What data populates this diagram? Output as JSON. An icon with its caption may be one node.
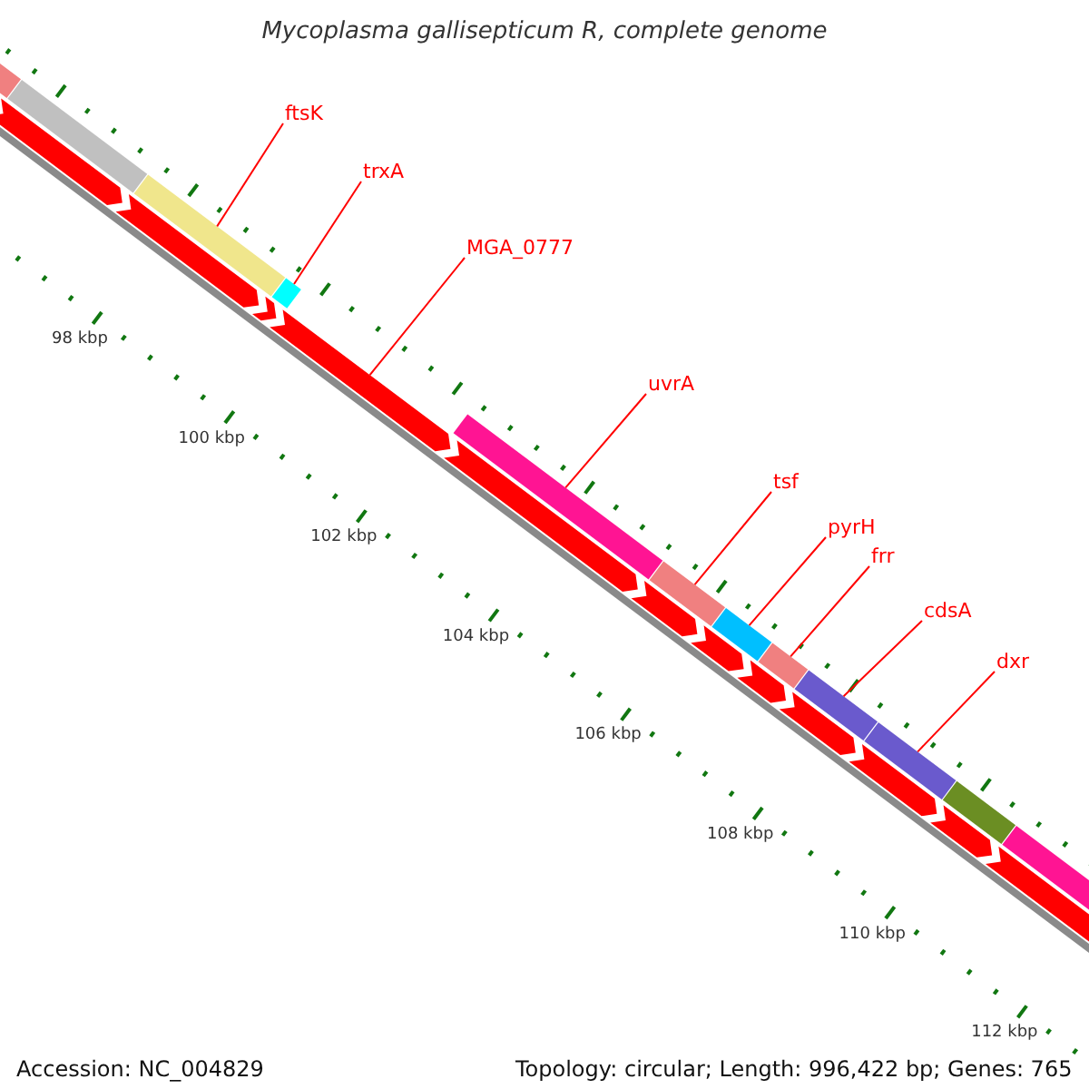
{
  "diagram": {
    "title": "Mycoplasma gallisepticum R, complete genome",
    "nodes": [
      {
        "text": [
          "ftsK"
        ]
      },
      {
        "text": [
          "trxA"
        ]
      },
      {
        "text": [
          "MGA_0777"
        ]
      },
      {
        "text": [
          "uvrA"
        ]
      },
      {
        "text": [
          "tsf"
        ]
      },
      {
        "text": [
          "pyrH"
        ]
      },
      {
        "text": [
          "frr"
        ]
      },
      {
        "text": [
          "cdsA"
        ]
      },
      {
        "text": [
          "dxr"
        ]
      },
      {
        "text": [],
        "shape": "bar"
      },
      {
        "text": [],
        "shape": "bar"
      },
      {
        "text": [],
        "shape": "bar"
      },
      {
        "text": [],
        "shape": "bar"
      },
      {
        "text": [],
        "shape": "bar"
      },
      {
        "text": [],
        "shape": "bar"
      },
      {
        "text": [],
        "shape": "bar"
      },
      {
        "text": [],
        "shape": "bar"
      },
      {
        "text": [],
        "shape": "bar"
      },
      {
        "text": [],
        "shape": "bar"
      },
      {
        "text": [],
        "shape": "bar"
      },
      {
        "text": [],
        "shape": "bar"
      },
      {
        "text": [],
        "shape": "bar"
      },
      {
        "text": [],
        "shape": "bar"
      },
      {
        "text": [],
        "shape": "bar"
      },
      {
        "text": [],
        "shape": "bar"
      },
      {
        "text": [],
        "shape": "bar"
      },
      {
        "text": [],
        "shape": "bar"
      },
      {
        "text": [],
        "shape": "bar"
      },
      {
        "text": [],
        "shape": "bar"
      },
      {
        "text": [],
        "shape": "bar"
      },
      {
        "text": [],
        "shape": "bar"
      },
      {
        "text": [],
        "shape": "bar"
      },
      {
        "text": [],
        "shape": "bar"
      }
    ],
    "edges": [
      {
        "from": 0,
        "to": 11,
        "arrow": "none"
      },
      {
        "from": 1,
        "to": 12,
        "arrow": "none"
      },
      {
        "from": 2,
        "to": 24,
        "arrow": "none"
      },
      {
        "from": 3,
        "to": 13,
        "arrow": "none"
      },
      {
        "from": 4,
        "to": 14,
        "arrow": "none"
      },
      {
        "from": 5,
        "to": 15,
        "arrow": "none"
      },
      {
        "from": 6,
        "to": 16,
        "arrow": "none"
      },
      {
        "from": 7,
        "to": 17,
        "arrow": "none"
      },
      {
        "from": 8,
        "to": 18,
        "arrow": "none"
      }
    ],
    "labels": [
      "98 kbp",
      "100 kbp",
      "102 kbp",
      "104 kbp",
      "106 kbp",
      "108 kbp",
      "110 kbp",
      "112 kbp",
      "Accession: NC_004829",
      "Topology: circular; Length: 996,422 bp; Genes: 765"
    ]
  }
}
